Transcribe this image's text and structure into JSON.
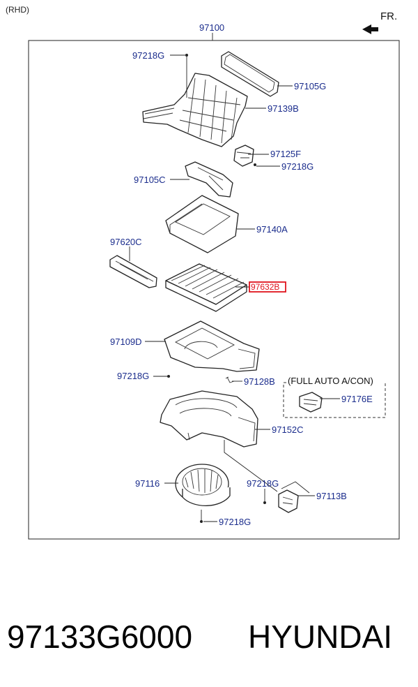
{
  "header": {
    "variant_note": "(RHD)",
    "direction_label": "FR.",
    "assembly_number": "97100"
  },
  "parts": [
    {
      "id": "p1",
      "number": "97218G"
    },
    {
      "id": "p2",
      "number": "97105G"
    },
    {
      "id": "p3",
      "number": "97139B"
    },
    {
      "id": "p4",
      "number": "97125F"
    },
    {
      "id": "p5",
      "number": "97218G"
    },
    {
      "id": "p6",
      "number": "97105C"
    },
    {
      "id": "p7",
      "number": "97140A"
    },
    {
      "id": "p8",
      "number": "97620C"
    },
    {
      "id": "p9",
      "number": "97632B",
      "highlighted": true
    },
    {
      "id": "p10",
      "number": "97109D"
    },
    {
      "id": "p11",
      "number": "97218G"
    },
    {
      "id": "p12",
      "number": "97128B"
    },
    {
      "id": "p13",
      "number": "97176E"
    },
    {
      "id": "p14",
      "number": "97152C"
    },
    {
      "id": "p15",
      "number": "97116"
    },
    {
      "id": "p16",
      "number": "97218G"
    },
    {
      "id": "p17",
      "number": "97113B"
    },
    {
      "id": "p18",
      "number": "97218G"
    }
  ],
  "option_box": {
    "label": "(FULL AUTO A/CON)"
  },
  "footer": {
    "part_code": "97133G6000",
    "brand": "HYUNDAI"
  },
  "colors": {
    "label_blue": "#1a2c8c",
    "highlight_red": "#e0141e",
    "line": "#222222"
  }
}
